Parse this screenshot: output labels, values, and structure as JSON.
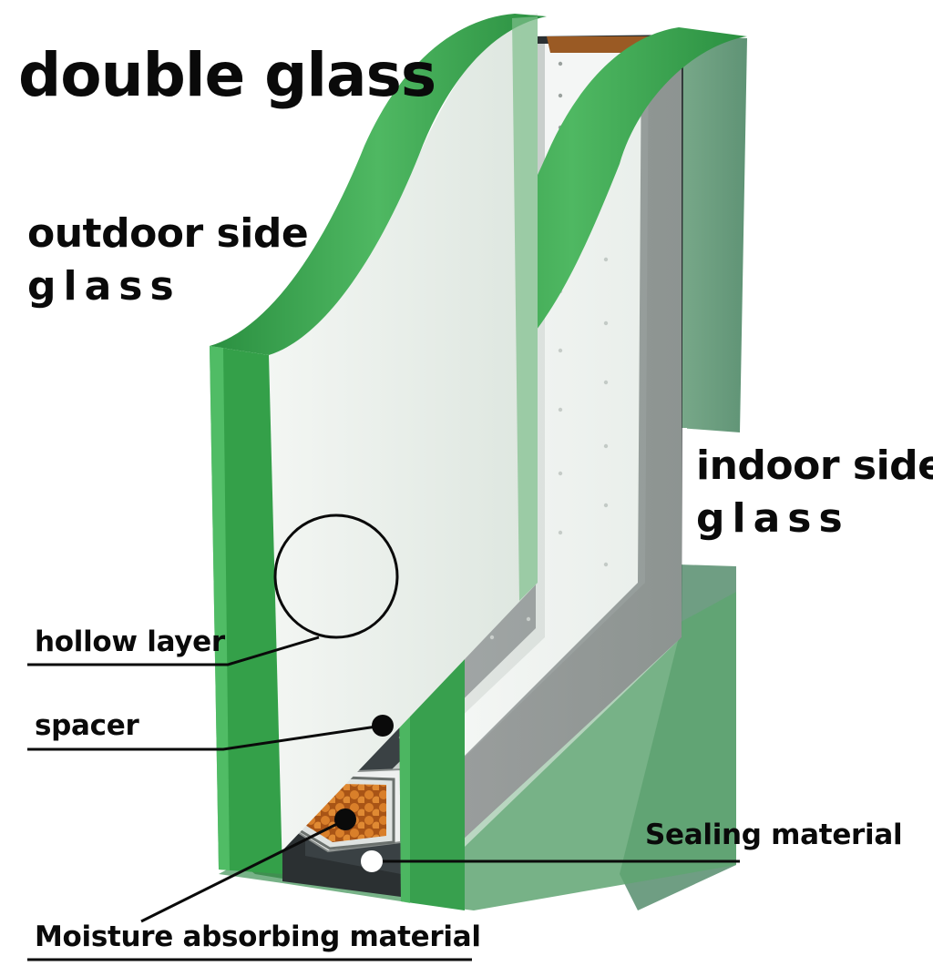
{
  "title": "double glass",
  "outdoor_label": {
    "line1": "outdoor side",
    "line2": "glass"
  },
  "indoor_label": {
    "line1": "indoor side",
    "line2": "glass"
  },
  "callouts": {
    "hollow_layer": "hollow layer",
    "spacer": "spacer",
    "sealing_material": "Sealing material",
    "moisture_material": "Moisture absorbing material"
  },
  "colors": {
    "glass_edge": "#2e9a46",
    "glass_edge_dark": "#1e6e30",
    "glass_face": "#e9f1ea",
    "sealant": "#2b3032",
    "spacer_fill": "#eef0ef",
    "desiccant": "#c8701e",
    "label_text": "#0a0a0a"
  }
}
